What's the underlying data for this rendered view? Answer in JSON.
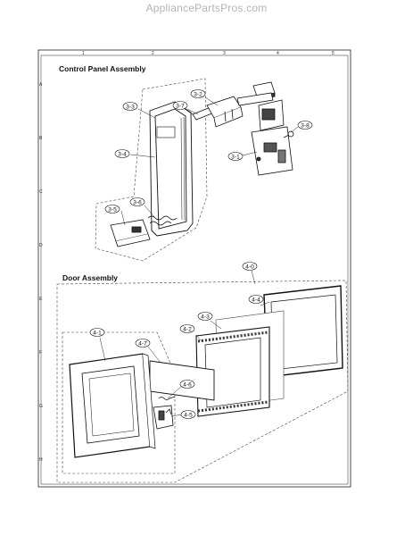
{
  "watermark": "AppliancePartsPros.com",
  "frame": {
    "col_labels": [
      "1",
      "2",
      "3",
      "4",
      "5"
    ],
    "row_labels": [
      "A",
      "B",
      "C",
      "D",
      "E",
      "F",
      "G",
      "H"
    ]
  },
  "sections": {
    "control_panel": "Control Panel Assembly",
    "door": "Door Assembly"
  },
  "callouts": {
    "c3_1": "3-1",
    "c3_2": "3-2",
    "c3_3": "3-3",
    "c3_4": "3-4",
    "c3_5": "3-5",
    "c3_6": "3-6",
    "c3_7": "3-7",
    "c3_8": "3-8",
    "c4_0": "4-0",
    "c4_1": "4-1",
    "c4_2": "4-2",
    "c4_3": "4-3",
    "c4_4": "4-4",
    "c4_5": "4-5",
    "c4_6": "4-6",
    "c4_7": "4-7"
  }
}
